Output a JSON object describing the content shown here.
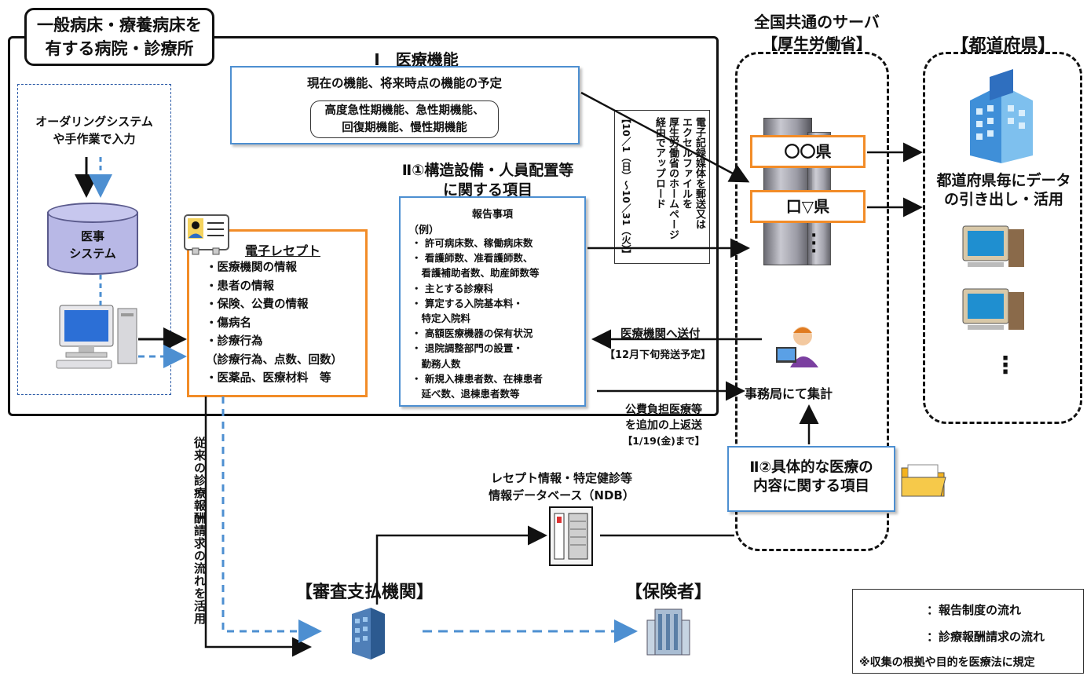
{
  "hospital": {
    "title_line1": "一般病床・療養病床を",
    "title_line2": "有する病院・診療所",
    "ordering_line1": "オーダリングシステム",
    "ordering_line2": "や手作業で入力",
    "db_line1": "医事",
    "db_line2": "システム"
  },
  "function_section": {
    "title": "Ⅰ　医療機能",
    "current": "現在の機能、将来時点の機能の予定",
    "types_line1": "高度急性期機能、急性期機能、",
    "types_line2": "回復期機能、慢性期機能"
  },
  "structure_section": {
    "title_line1": "Ⅱ①構造設備・人員配置等",
    "title_line2": "に関する項目",
    "report_heading": "報告事項",
    "example": "（例）",
    "items": [
      "・ 許可病床数、稼働病床数",
      "・ 看護師数、准看護師数、",
      "　看護補助者数、助産師数等",
      "・ 主とする診療科",
      "・ 算定する入院基本料・",
      "　特定入院料",
      "・ 高額医療機器の保有状況",
      "・ 退院調整部門の設置・",
      "　勤務人数",
      "・ 新規入棟患者数、在棟患者",
      "　延べ数、退棟患者数等"
    ]
  },
  "receipt": {
    "title": "電子レセプト",
    "items": [
      "・医療機関の情報",
      "・患者の情報",
      "・保険、公費の情報",
      "・傷病名",
      "・診療行為",
      "（診療行為、点数、回数）",
      "・医薬品、医療材料　等"
    ]
  },
  "upload_note": {
    "col1": "電子記録媒体を郵送又は",
    "col2": "エクセルファイルを",
    "col3": "厚生労働省のホームページ",
    "col4": "経由でアップロード",
    "period": "【10／1（日）～10／31（火）】"
  },
  "server": {
    "title_line1": "全国共通のサーバ",
    "title_line2": "【厚生労働省】",
    "pref1": "〇〇県",
    "pref2": "口▽県"
  },
  "prefecture": {
    "title": "【都道府県】",
    "desc_line1": "都道府県毎にデータ",
    "desc_line2": "の引き出し・活用",
    "more": "⋮"
  },
  "send_back": {
    "label": "医療機関へ送付",
    "schedule": "【12月下旬発送予定】"
  },
  "office": {
    "label": "事務局にて集計"
  },
  "public_expense": {
    "line1": "公費負担医療等",
    "line2": "を追加の上返送",
    "line3": "【1/19(金)まで】"
  },
  "specific_medical": {
    "line1": "Ⅱ②具体的な医療の",
    "line2": "内容に関する項目"
  },
  "ndb": {
    "line1": "レセプト情報・特定健診等",
    "line2": "情報データベース（NDB）"
  },
  "vertical_note": "従来の診療報酬請求の流れを活用",
  "examiner": "【審査支払機関】",
  "insurer": "【保険者】",
  "legend": {
    "report_flow": "：報告制度の流れ",
    "billing_flow": "：診療報酬請求の流れ",
    "note": "※収集の根拠や目的を医療法に規定"
  },
  "colors": {
    "blue": "#4d8fd1",
    "orange": "#f28c28",
    "black": "#111111"
  }
}
